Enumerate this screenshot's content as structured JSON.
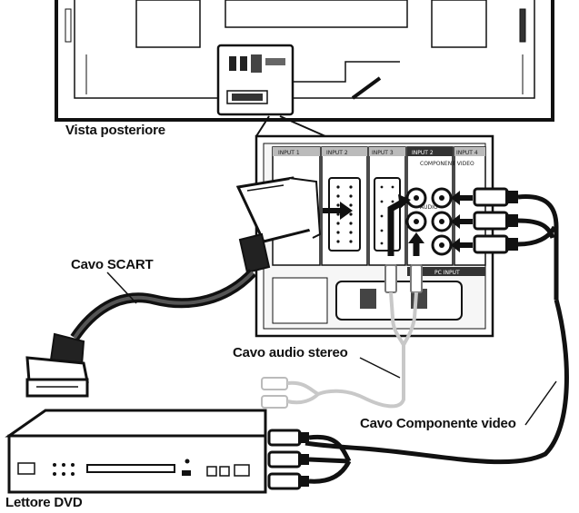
{
  "labels": {
    "rear_view": "Vista posteriore",
    "scart_cable": "Cavo SCART",
    "stereo_audio_cable": "Cavo audio stereo",
    "component_video_cable": "Cavo Componente video",
    "dvd_player": "Lettore DVD"
  },
  "panel": {
    "headers": [
      "INPUT 1",
      "INPUT 2",
      "INPUT 3",
      "INPUT 2",
      "INPUT 4"
    ],
    "component_label": "COMPONENT VIDEO",
    "pc_input_label": "PC INPUT",
    "audio_label": "AUDIO"
  },
  "colors": {
    "line": "#111111",
    "cable": "#1a1a1a",
    "light_cable": "#d0d0d0",
    "panel_fill": "#f6f6f6"
  }
}
